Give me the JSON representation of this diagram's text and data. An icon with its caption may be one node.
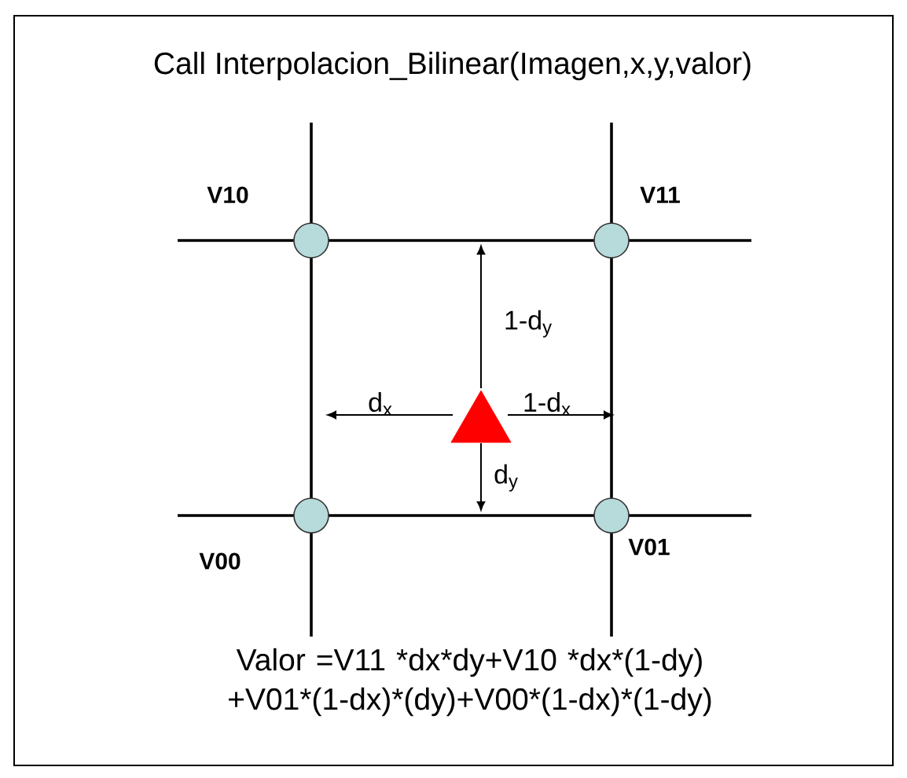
{
  "diagram": {
    "title": "Call Interpolacion_Bilinear(Imagen,x,y,valor)",
    "caption": "Valor =V11 *dx*dy+V10 *dx*(1-dy) +V01*(1-dx)*(dy)+V00*(1-dx)*(1-dy)",
    "nodes": [
      {
        "text": [],
        "shape": "circle",
        "beside": [
          "V10"
        ]
      },
      {
        "text": [],
        "shape": "circle",
        "beside": [
          "V11"
        ]
      },
      {
        "text": [],
        "shape": "triangle"
      },
      {
        "text": [],
        "shape": "circle",
        "beside": [
          "V00"
        ]
      },
      {
        "text": [],
        "shape": "circle",
        "beside": [
          "V01"
        ]
      }
    ],
    "labels": [
      "1-d$_{y}$",
      "d$_{x}$",
      "1-d$_{x}$",
      "d$_{y}$"
    ]
  }
}
